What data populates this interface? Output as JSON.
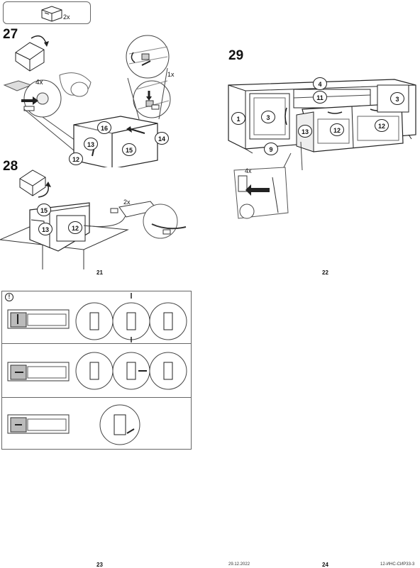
{
  "header": {
    "qty_label": "2x"
  },
  "step27": {
    "number": "27",
    "qty_a": "4x",
    "qty_b": "1x",
    "parts": [
      "16",
      "14",
      "13",
      "15",
      "12"
    ]
  },
  "step28": {
    "number": "28",
    "qty": "2x",
    "parts": [
      "15",
      "13",
      "12"
    ]
  },
  "step29": {
    "number": "29",
    "qty": "4x",
    "parts": [
      "4",
      "11",
      "3",
      "1",
      "3",
      "13",
      "12",
      "12",
      "9"
    ]
  },
  "pages": {
    "p21": "21",
    "p22": "22",
    "p23": "23",
    "p24": "24"
  },
  "footer": {
    "date": "29.12.2022",
    "doc_code": "12-ИНС-СИР33-3"
  },
  "info": {
    "icon_text": "!"
  }
}
